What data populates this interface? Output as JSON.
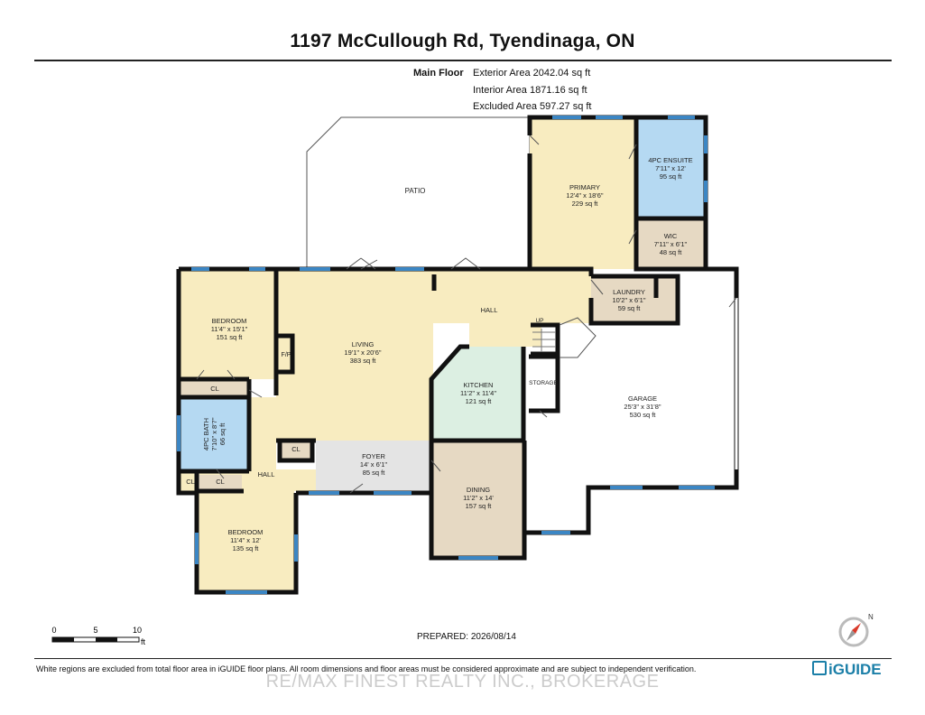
{
  "header": {
    "title": "1197 McCullough Rd, Tyendinaga, ON"
  },
  "areas": {
    "floor_label": "Main Floor",
    "exterior": "Exterior Area 2042.04 sq ft",
    "interior": "Interior Area 1871.16 sq ft",
    "excluded": "Excluded Area 597.27 sq ft"
  },
  "rooms": {
    "patio": {
      "name": "PATIO"
    },
    "primary": {
      "name": "PRIMARY",
      "dims": "12'4\" x 18'6\"",
      "area": "229 sq ft"
    },
    "ensuite": {
      "name": "4PC ENSUITE",
      "dims": "7'11\" x 12'",
      "area": "95 sq ft"
    },
    "wic": {
      "name": "WIC",
      "dims": "7'11\" x 6'1\"",
      "area": "48 sq ft"
    },
    "laundry": {
      "name": "LAUNDRY",
      "dims": "10'2\" x 6'1\"",
      "area": "59 sq ft"
    },
    "hall_main": {
      "name": "HALL"
    },
    "bedroom1": {
      "name": "BEDROOM",
      "dims": "11'4\" x 15'1\"",
      "area": "151 sq ft"
    },
    "living": {
      "name": "LIVING",
      "dims": "19'1\" x 20'6\"",
      "area": "383 sq ft"
    },
    "fp": {
      "name": "F/P"
    },
    "kitchen": {
      "name": "KITCHEN",
      "dims": "11'2\" x 11'4\"",
      "area": "121 sq ft"
    },
    "storage": {
      "name": "STORAGE"
    },
    "up": {
      "name": "UP"
    },
    "garage": {
      "name": "GARAGE",
      "dims": "25'3\" x 31'8\"",
      "area": "530 sq ft"
    },
    "cl1": {
      "name": "CL"
    },
    "cl2": {
      "name": "CL"
    },
    "cl3": {
      "name": "CL"
    },
    "cl4": {
      "name": "CL"
    },
    "bath": {
      "name": "4PC BATH",
      "dims": "7'10\" x 8'7\"",
      "area": "66 sq ft"
    },
    "hall_small": {
      "name": "HALL"
    },
    "foyer": {
      "name": "FOYER",
      "dims": "14' x 6'1\"",
      "area": "85 sq ft"
    },
    "dining": {
      "name": "DINING",
      "dims": "11'2\" x 14'",
      "area": "157 sq ft"
    },
    "bedroom2": {
      "name": "BEDROOM",
      "dims": "11'4\" x 12'",
      "area": "135 sq ft"
    }
  },
  "scale": {
    "t0": "0",
    "t5": "5",
    "t10": "10",
    "unit": "ft"
  },
  "footer": {
    "prepared": "PREPARED: 2026/08/14",
    "disclaimer": "White regions are excluded from total floor area in iGUIDE floor plans. All room dimensions and floor areas must be considered approximate and are subject to independent verification.",
    "brand": "iGUIDE",
    "compass_letter": "N",
    "watermark": "RE/MAX FINEST REALTY INC., BROKERAGE"
  },
  "colors": {
    "wall": "#111111",
    "room_yellow": "#f8ecc0",
    "room_beige": "#e6d9c3",
    "room_blue": "#b5d9f2",
    "room_green": "#dcefe2",
    "room_gray": "#e4e4e4",
    "window_blue": "#3b86c4",
    "brand_blue": "#1b7fa8",
    "compass_red": "#d93a2b"
  }
}
